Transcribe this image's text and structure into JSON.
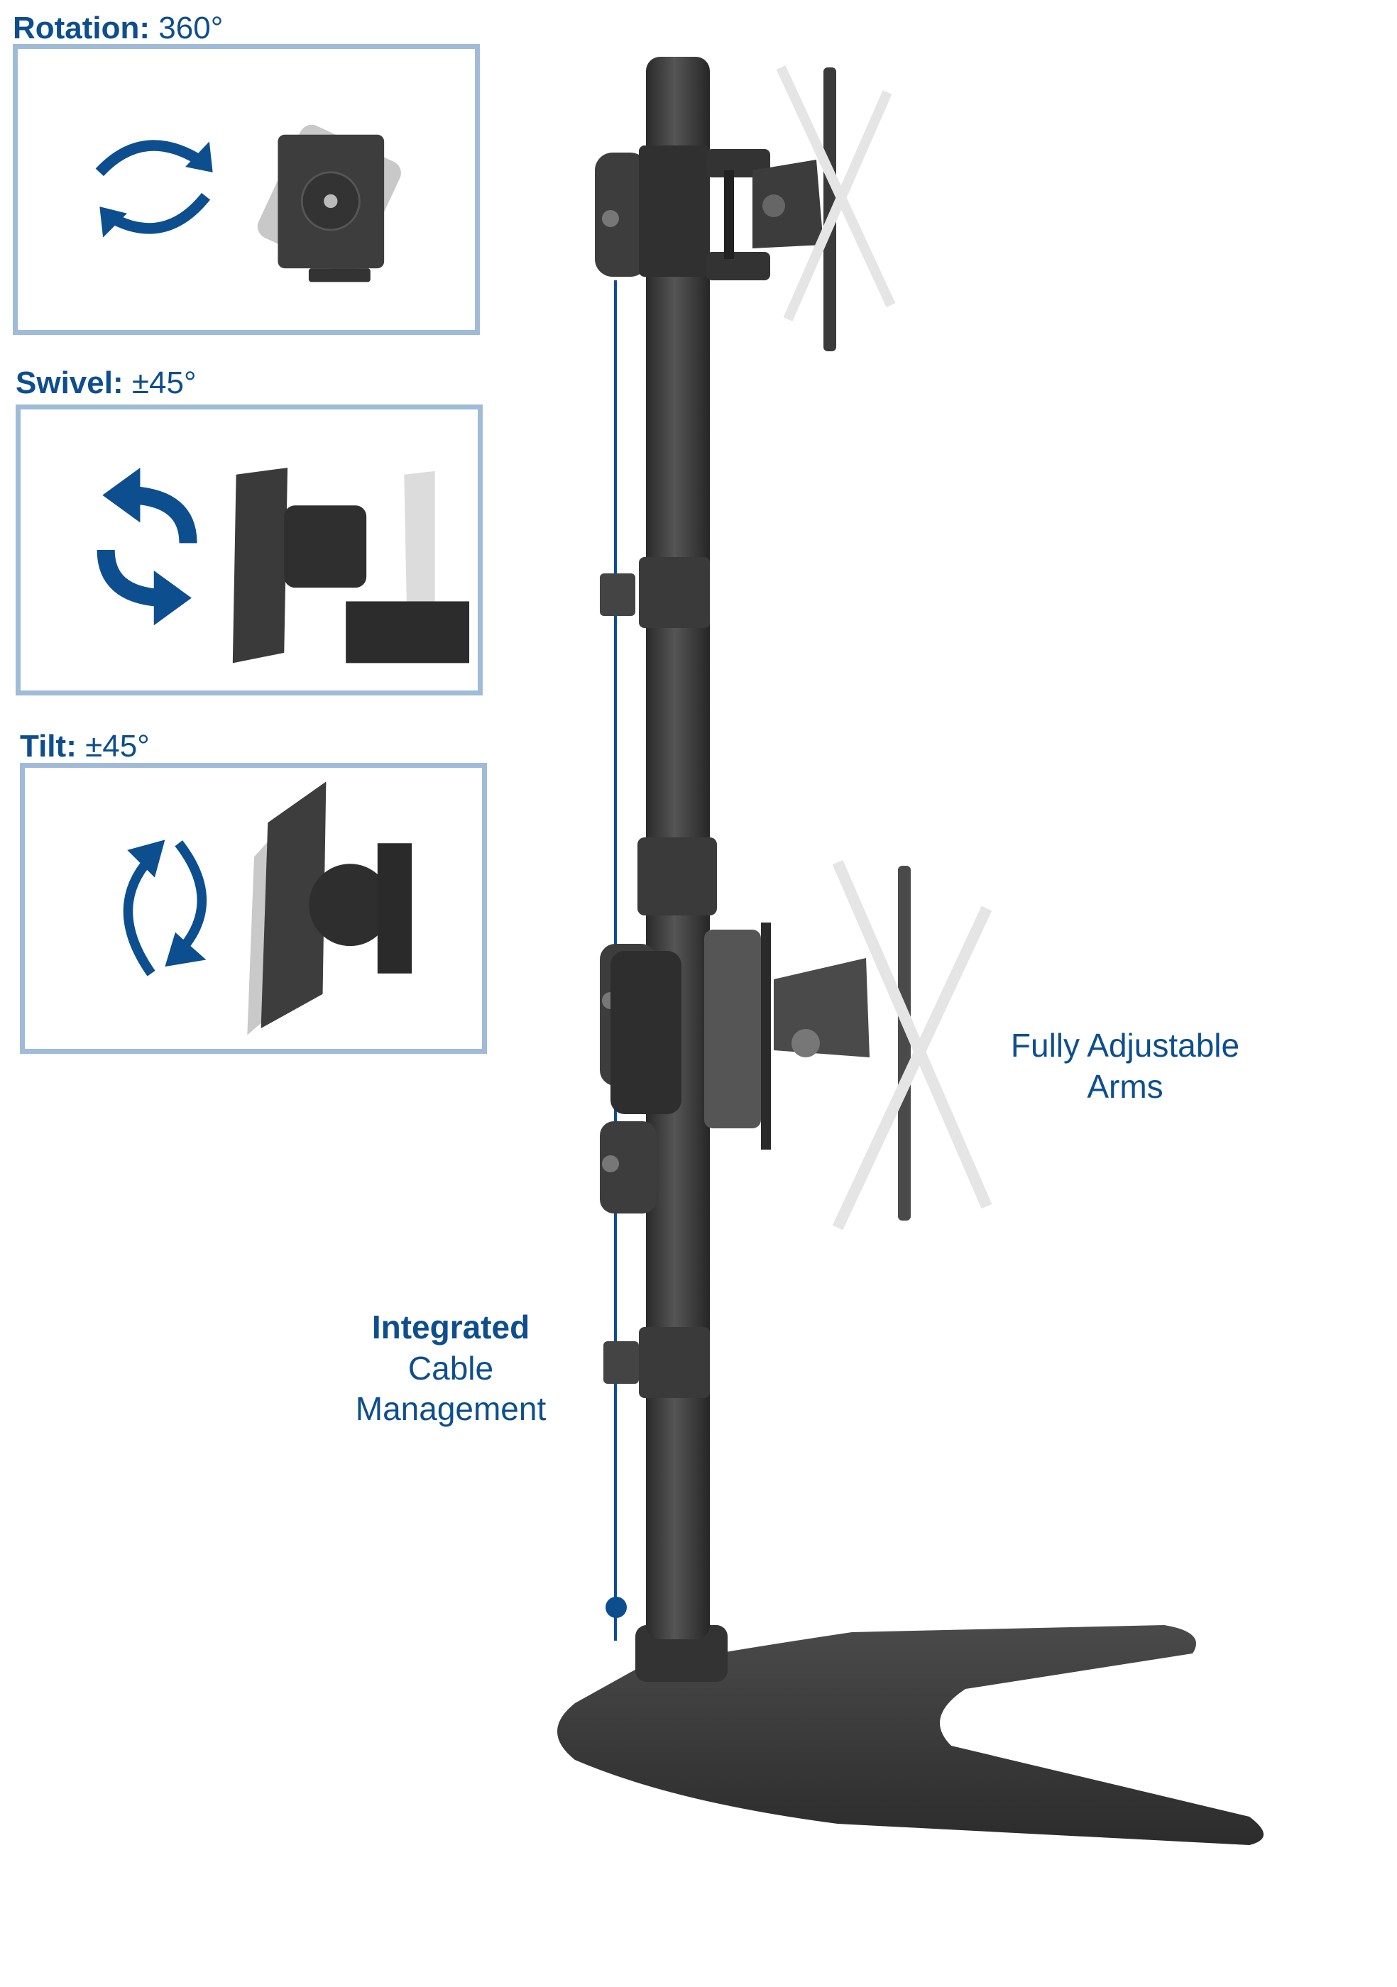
{
  "features": [
    {
      "name": "Rotation",
      "value": "360°",
      "icon": "rotate-arrows-icon"
    },
    {
      "name": "Swivel",
      "value": "±45°",
      "icon": "swivel-arrows-icon"
    },
    {
      "name": "Tilt",
      "value": "±45°",
      "icon": "tilt-arrows-icon"
    }
  ],
  "callouts": {
    "arms": {
      "line1": "Fully Adjustable",
      "line2": "Arms"
    },
    "cable": {
      "line1": "Integrated",
      "line2": "Cable Management"
    }
  },
  "colors": {
    "accent": "#0d4e8f",
    "panel_border": "#9fbbd8",
    "metal": "#3a3a3a"
  }
}
